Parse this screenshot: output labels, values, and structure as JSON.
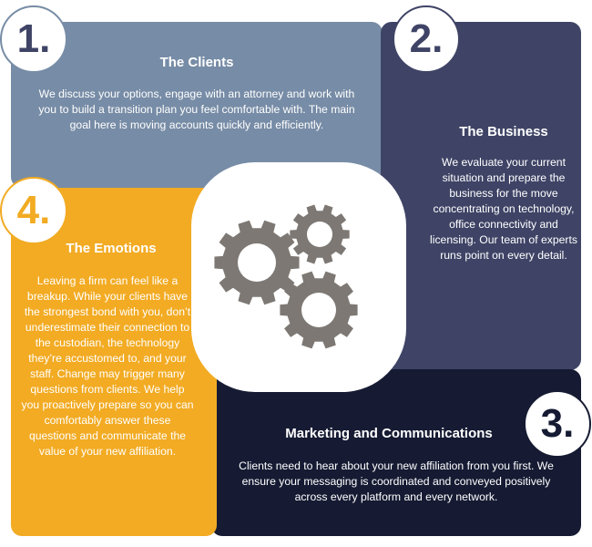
{
  "sections": [
    {
      "number": "1.",
      "title": "The Clients",
      "body": "We discuss your options, engage with an attorney and work with you to build a transition plan you feel comfortable with. The main goal here is moving accounts quickly and efficiently."
    },
    {
      "number": "2.",
      "title": "The Business",
      "body": "We evaluate your current situation and prepare the business for the move concentrating on technology, office connectivity and licensing. Our team of experts runs point on every detail."
    },
    {
      "number": "3.",
      "title": "Marketing and Communications",
      "body": "Clients need to hear about your new affiliation from you first. We ensure your messaging is coordinated and conveyed positively across every platform and every network."
    },
    {
      "number": "4.",
      "title": "The Emotions",
      "body": "Leaving a firm can feel like a breakup. While your clients have the strongest bond with you, don’t underestimate their connection to the custodian, the technology they’re accustomed to, and your staff. Change may trigger many questions from clients. We help you proactively prepare so you can comfortably answer these questions and communicate the value of your new affiliation."
    }
  ],
  "colors": {
    "clients": "#778ca6",
    "business": "#3f4466",
    "marketing": "#161b33",
    "emotions": "#f2ab23",
    "gear": "#7d7873"
  },
  "center_icon": "gears-icon"
}
